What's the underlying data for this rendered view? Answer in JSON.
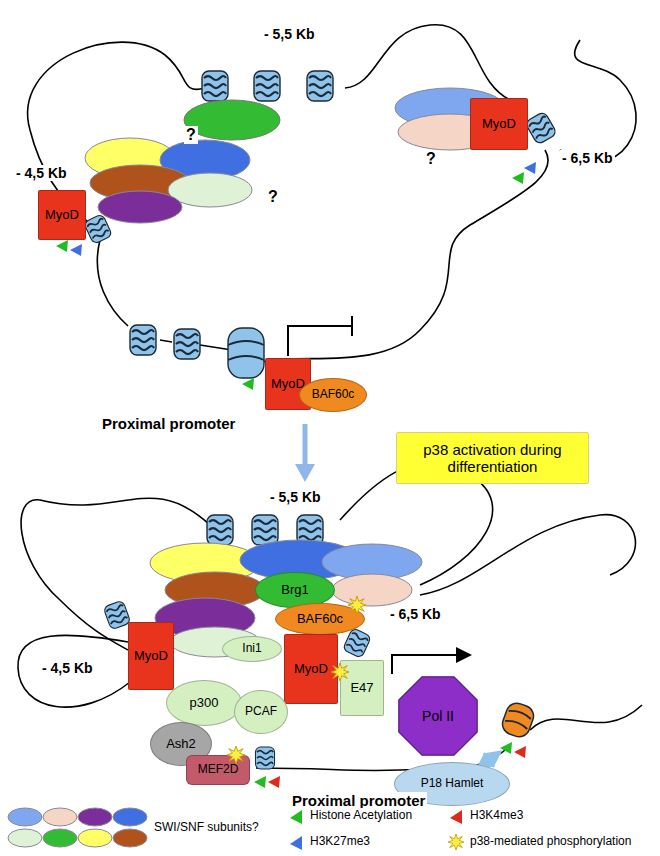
{
  "diagram": {
    "nodes": [
      {
        "text": [
          "MyoD"
        ]
      },
      {
        "text": [
          "MyoD"
        ]
      },
      {
        "text": [
          "MyoD"
        ]
      },
      {
        "text": [
          "BAF60c"
        ]
      },
      {
        "text": [
          "p38 activation during differentiation"
        ]
      },
      {
        "text": [
          "Brg1"
        ]
      },
      {
        "text": [
          "BAF60c"
        ]
      },
      {
        "text": [
          "MyoD"
        ]
      },
      {
        "text": [
          "Ini1"
        ]
      },
      {
        "text": [
          "MyoD"
        ]
      },
      {
        "text": [
          "E47"
        ]
      },
      {
        "text": [
          "p300"
        ]
      },
      {
        "text": [
          "PCAF"
        ]
      },
      {
        "text": [
          "Ash2"
        ]
      },
      {
        "text": [
          "MEF2D"
        ]
      },
      {
        "text": [
          "Pol II"
        ]
      },
      {
        "text": [
          "P18 Hamlet"
        ]
      }
    ],
    "labels": [
      "- 5,5 Kb",
      "?",
      "?",
      "- 6,5 Kb",
      "- 4,5 Kb",
      "?",
      "Proximal promoter",
      "- 5,5 Kb",
      "- 6,5 Kb",
      "- 4,5 Kb",
      "Proximal promoter"
    ],
    "legend": [
      {
        "text": "SWI/SNF subunits?"
      },
      {
        "text": "Histone Acetylation"
      },
      {
        "text": "H3K27me3"
      },
      {
        "text": "H3K4me3"
      },
      {
        "text": "p38-mediated phosphorylation"
      }
    ]
  }
}
